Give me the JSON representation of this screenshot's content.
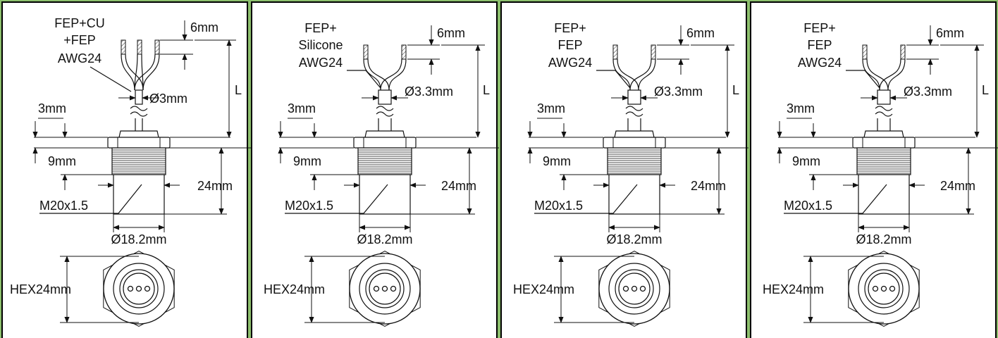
{
  "panels": [
    {
      "cable_label": [
        "FEP+CU",
        "+FEP",
        "AWG24"
      ],
      "strip_length": "6mm",
      "cable_diameter": "Ø3mm",
      "cable_length": "L",
      "flange_thickness": "3mm",
      "thread_length": "9mm",
      "body_length": "24mm",
      "thread_spec": "M20x1.5",
      "body_diameter": "Ø18.2mm",
      "hex_size": "HEX24mm"
    },
    {
      "cable_label": [
        "FEP+",
        "Silicone",
        "AWG24"
      ],
      "strip_length": "6mm",
      "cable_diameter": "Ø3.3mm",
      "cable_length": "L",
      "flange_thickness": "3mm",
      "thread_length": "9mm",
      "body_length": "24mm",
      "thread_spec": "M20x1.5",
      "body_diameter": "Ø18.2mm",
      "hex_size": "HEX24mm"
    },
    {
      "cable_label": [
        "FEP+",
        "FEP",
        "AWG24"
      ],
      "strip_length": "6mm",
      "cable_diameter": "Ø3.3mm",
      "cable_length": "L",
      "flange_thickness": "3mm",
      "thread_length": "9mm",
      "body_length": "24mm",
      "thread_spec": "M20x1.5",
      "body_diameter": "Ø18.2mm",
      "hex_size": "HEX24mm"
    },
    {
      "cable_label": [
        "FEP+",
        "FEP",
        "AWG24"
      ],
      "strip_length": "6mm",
      "cable_diameter": "Ø3.3mm",
      "cable_length": "L",
      "flange_thickness": "3mm",
      "thread_length": "9mm",
      "body_length": "24mm",
      "thread_spec": "M20x1.5",
      "body_diameter": "Ø18.2mm",
      "hex_size": "HEX24mm"
    }
  ]
}
